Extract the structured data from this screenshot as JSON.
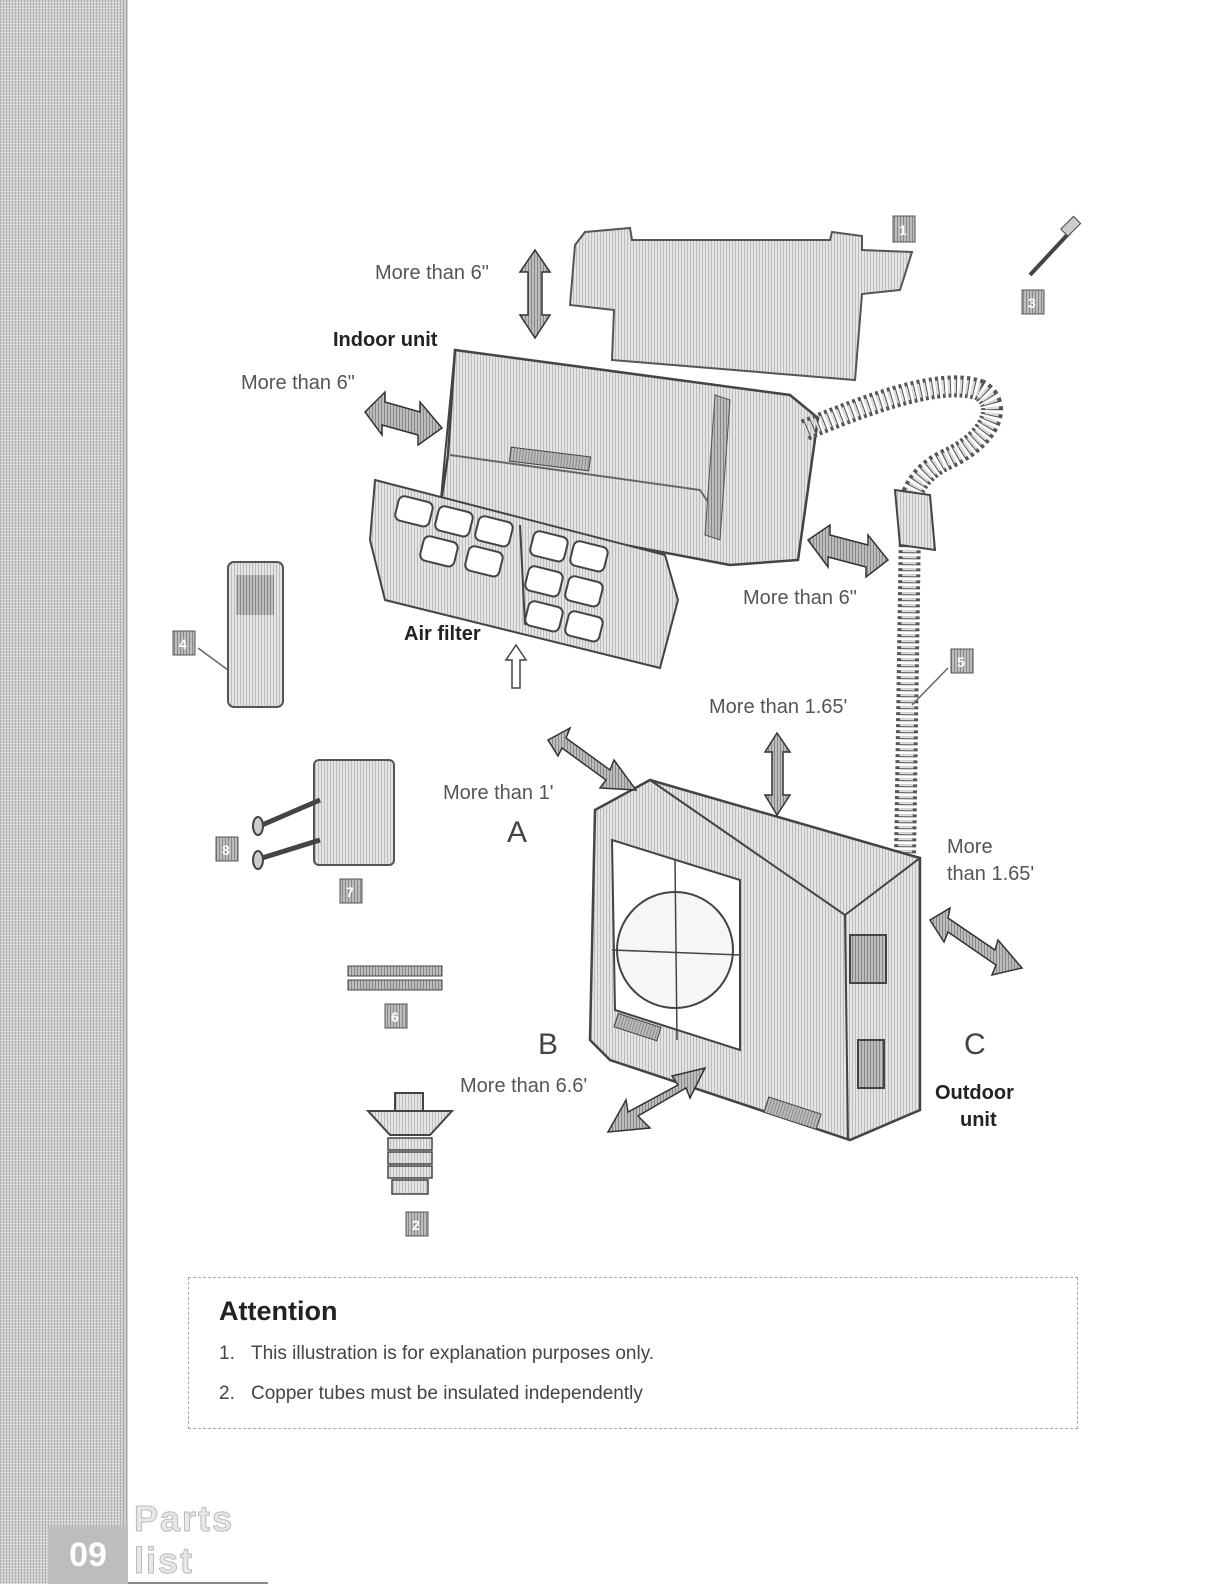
{
  "labels": {
    "clearance_top": "More than 6\"",
    "indoor_unit": "Indoor unit",
    "clearance_left": "More than 6\"",
    "clearance_right": "More than 6\"",
    "air_filter": "Air filter",
    "clearance_outdoor_top": "More than 1.65'",
    "clearance_outdoor_left": "More than 1'",
    "letter_a": "A",
    "clearance_outdoor_right_1": "More",
    "clearance_outdoor_right_2": "than 1.65'",
    "letter_b": "B",
    "clearance_front": "More than 6.6'",
    "letter_c": "C",
    "outdoor_unit_1": "Outdoor",
    "outdoor_unit_2": "unit"
  },
  "parts": {
    "p1": "1",
    "p2": "2",
    "p3": "3",
    "p4": "4",
    "p5": "5",
    "p6": "6",
    "p7": "7",
    "p8": "8"
  },
  "attention": {
    "title": "Attention",
    "items": [
      {
        "num": "1.",
        "text": "This illustration is for explanation purposes only."
      },
      {
        "num": "2.",
        "text": "Copper tubes must be insulated independently"
      }
    ]
  },
  "footer": {
    "page_number": "09",
    "section": "Parts list"
  }
}
